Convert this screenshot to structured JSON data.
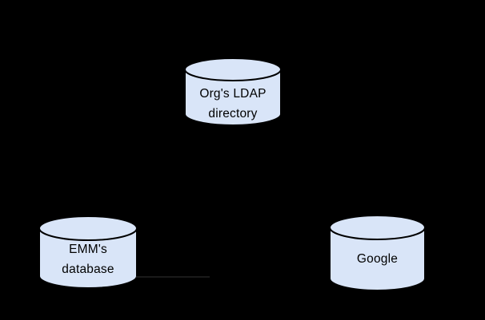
{
  "palette": {
    "background": "#000000",
    "node_fill": "#d9e5f8",
    "node_stroke": "#000000",
    "label_color": "#000000",
    "faint_line_color": "#1a1a1a"
  },
  "diagram": {
    "type": "database-sync-diagram",
    "nodes": [
      {
        "id": "ldap-directory",
        "shape": "cylinder",
        "label_lines": [
          "Org's LDAP",
          "directory"
        ]
      },
      {
        "id": "emm-database",
        "shape": "cylinder",
        "label_lines": [
          "EMM's",
          "database"
        ]
      },
      {
        "id": "google",
        "shape": "cylinder",
        "label_lines": [
          "Google"
        ]
      }
    ],
    "connectors": [
      {
        "id": "emm-right-stub",
        "style": "faint-dark-line"
      }
    ]
  }
}
